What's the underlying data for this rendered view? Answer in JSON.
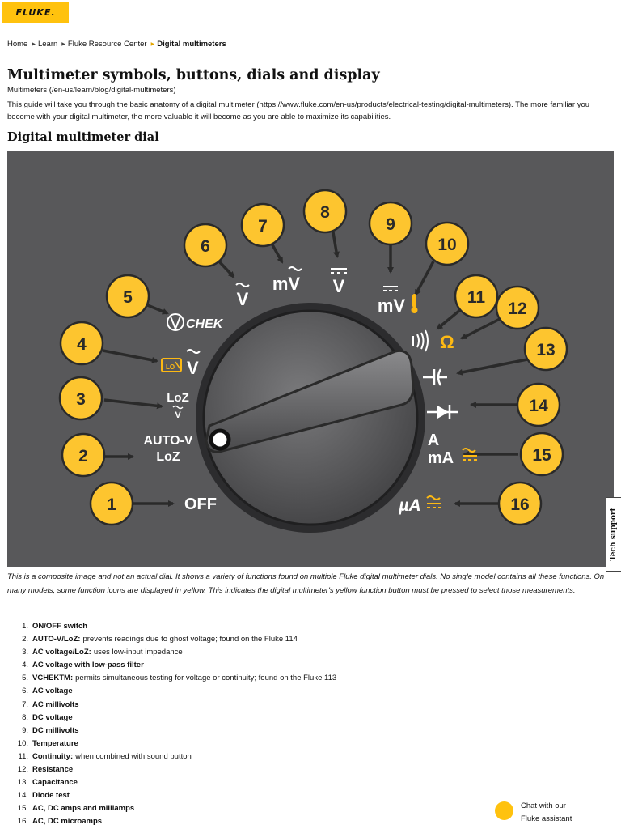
{
  "header": {
    "logo_text": "FLUKE."
  },
  "breadcrumb": [
    {
      "label": "Home"
    },
    {
      "label": "Learn"
    },
    {
      "label": "Fluke Resource Center"
    },
    {
      "label": "Digital multimeters"
    }
  ],
  "page": {
    "title": "Multimeter symbols, buttons, dials and display",
    "subtitle": "Multimeters (/en-us/learn/blog/digital-multimeters)",
    "intro": "This guide will take you through the basic anatomy of a digital multimeter (https://www.fluke.com/en-us/products/electrical-testing/digital-multimeters). The more familiar you become with your digital multimeter, the more valuable it will become as you are able to maximize its capabilities.",
    "section_heading": "Digital multimeter dial",
    "caption": "This is a composite image and not an actual dial. It shows a variety of functions found on multiple Fluke digital multimeter dials. No single model contains all these functions. On many models, some function icons are displayed in yellow. This indicates the digital multimeter's yellow function button must be pressed to select those measurements."
  },
  "dial": {
    "colors": {
      "background": "#58585a",
      "badge": "#FDC52F",
      "accent": "#FDB913",
      "dark": "#2a2a2a"
    },
    "badge_numbers": [
      "1",
      "2",
      "3",
      "4",
      "5",
      "6",
      "7",
      "8",
      "9",
      "10",
      "11",
      "12",
      "13",
      "14",
      "15",
      "16"
    ],
    "labels": {
      "off": "OFF",
      "autov": "AUTO-V",
      "loz": "LoZ",
      "loz_v": "LoZ",
      "v_small": "V",
      "lo": "LO",
      "v": "V",
      "chek": "CHEK",
      "mv": "mV",
      "mv2": "mV",
      "ohm": "Ω",
      "a": "A",
      "ma": "mA",
      "ua": "µA"
    }
  },
  "functions": [
    {
      "number": "1.",
      "name": "ON/OFF switch",
      "desc": ""
    },
    {
      "number": "2.",
      "name": "AUTO-V/LoZ:",
      "desc": "prevents readings due to ghost voltage; found on the Fluke 114"
    },
    {
      "number": "3.",
      "name": "AC voltage/LoZ:",
      "desc": "uses low-input impedance"
    },
    {
      "number": "4.",
      "name": "AC voltage with low-pass filter",
      "desc": ""
    },
    {
      "number": "5.",
      "name": "VCHEKTM:",
      "desc": "permits simultaneous testing for voltage or continuity; found on the Fluke 113"
    },
    {
      "number": "6.",
      "name": "AC voltage",
      "desc": ""
    },
    {
      "number": "7.",
      "name": "AC millivolts",
      "desc": ""
    },
    {
      "number": "8.",
      "name": "DC voltage",
      "desc": ""
    },
    {
      "number": "9.",
      "name": "DC millivolts",
      "desc": ""
    },
    {
      "number": "10.",
      "name": "Temperature",
      "desc": ""
    },
    {
      "number": "11.",
      "name": "Continuity:",
      "desc": "when combined with sound button"
    },
    {
      "number": "12.",
      "name": "Resistance",
      "desc": ""
    },
    {
      "number": "13.",
      "name": "Capacitance",
      "desc": ""
    },
    {
      "number": "14.",
      "name": "Diode test",
      "desc": ""
    },
    {
      "number": "15.",
      "name": "AC, DC amps and milliamps",
      "desc": ""
    },
    {
      "number": "16.",
      "name": "AC, DC microamps",
      "desc": ""
    }
  ],
  "tech_support": {
    "label": "Tech support"
  },
  "chat": {
    "line1": "Chat with our",
    "line2": "Fluke assistant"
  }
}
